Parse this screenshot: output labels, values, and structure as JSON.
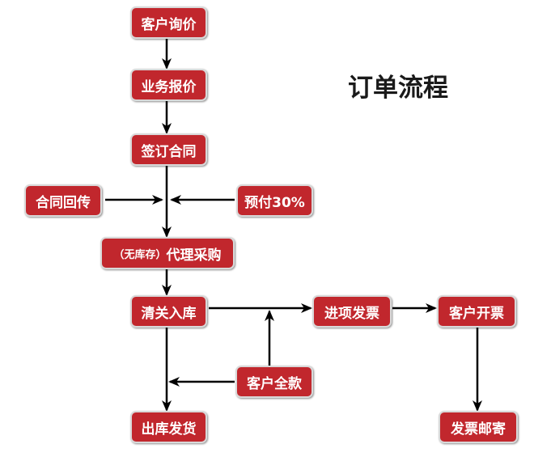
{
  "title": "订单流程",
  "colors": {
    "node_fill": "#c1272d",
    "node_text": "#ffffff",
    "arrow": "#000000"
  },
  "nodes": {
    "customer_inquiry": "客户询价",
    "business_quote": "业务报价",
    "sign_contract": "签订合同",
    "contract_return": "合同回传",
    "prepay": "预付30%",
    "no_stock_prefix": "（无库存）",
    "agent_purchase": "代理采购",
    "customs_storage": "清关入库",
    "input_invoice": "进项发票",
    "customer_invoice": "客户开票",
    "full_payment": "客户全款",
    "outbound_ship": "出库发货",
    "invoice_mail": "发票邮寄"
  }
}
